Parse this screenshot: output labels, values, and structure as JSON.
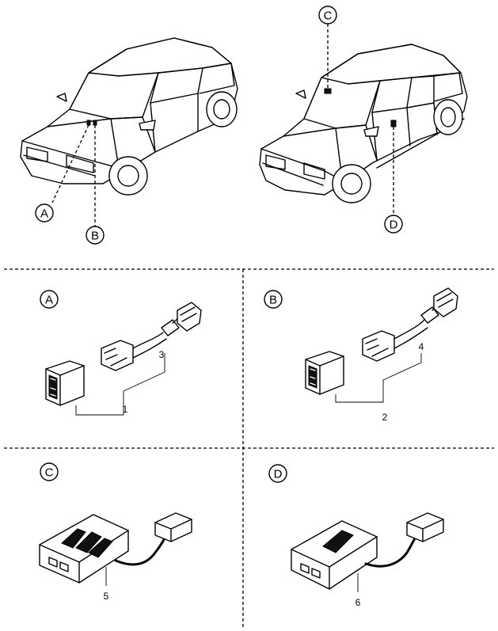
{
  "vehicles": {
    "three_door": {
      "callouts": [
        "A",
        "B"
      ]
    },
    "five_door": {
      "callouts": [
        "C",
        "D"
      ]
    }
  },
  "panels": [
    {
      "letter": "A",
      "parts": [
        "1",
        "3"
      ]
    },
    {
      "letter": "B",
      "parts": [
        "2",
        "4"
      ]
    },
    {
      "letter": "C",
      "parts": [
        "5"
      ]
    },
    {
      "letter": "D",
      "parts": [
        "6"
      ]
    }
  ],
  "colors": {
    "line": "#000000",
    "background": "#ffffff"
  }
}
